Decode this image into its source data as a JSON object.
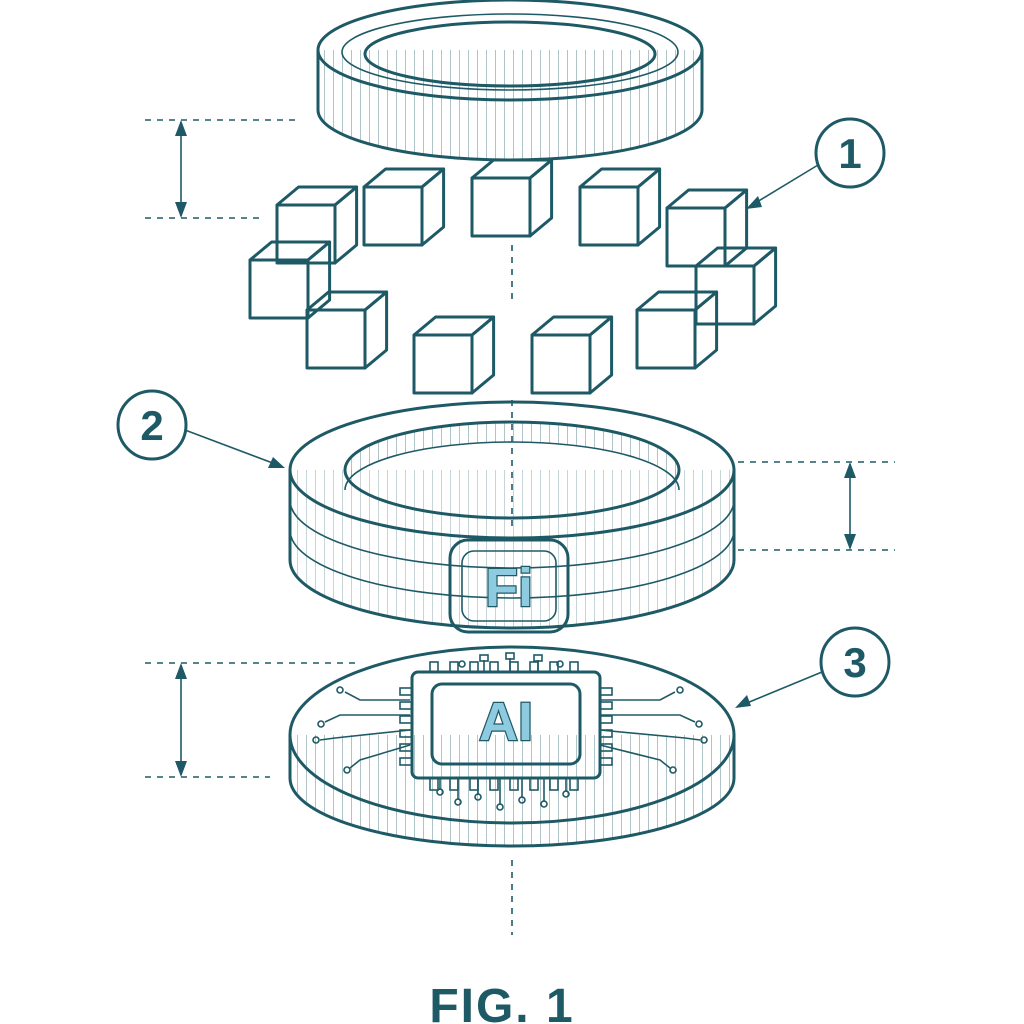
{
  "callouts": {
    "c1": "1",
    "c2": "2",
    "c3": "3"
  },
  "badges": {
    "fi": "Fi",
    "ai": "AI"
  },
  "caption": "FIG. 1",
  "colors": {
    "ink": "#1e5a66",
    "accent_fill": "#8fcbe0",
    "background": "#ffffff"
  }
}
